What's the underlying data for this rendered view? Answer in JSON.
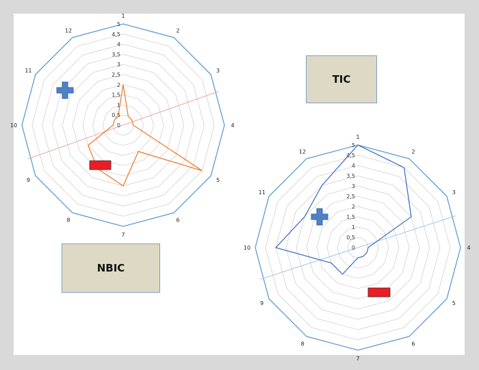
{
  "chart_data": [
    {
      "type": "radar",
      "label": "NBIC",
      "categories": [
        "1",
        "2",
        "3",
        "4",
        "5",
        "6",
        "7",
        "8",
        "9",
        "10",
        "11",
        "12"
      ],
      "ticks": [
        "0",
        "0,5",
        "1",
        "1,5",
        "2",
        "2,5",
        "3",
        "3,5",
        "4",
        "4,5",
        "5"
      ],
      "rlim": [
        0,
        5
      ],
      "values": [
        2,
        0.5,
        0.5,
        0.5,
        4.5,
        1.5,
        3,
        2.5,
        2,
        0.5,
        0.5,
        0.5
      ],
      "series_color": "#ed7d31",
      "axis_line_color": "#e8a9a9",
      "frame_color": "#5b9bd5"
    },
    {
      "type": "radar",
      "label": "TIC",
      "categories": [
        "1",
        "2",
        "3",
        "4",
        "5",
        "6",
        "7",
        "8",
        "9",
        "10",
        "11",
        "12"
      ],
      "ticks": [
        "0",
        "0,5",
        "1",
        "1,5",
        "2",
        "2,5",
        "3",
        "3,5",
        "4",
        "4,5",
        "5"
      ],
      "rlim": [
        0,
        5
      ],
      "values": [
        5,
        4.5,
        3,
        0.5,
        0.5,
        0.5,
        0.5,
        1.5,
        1.5,
        4,
        3,
        3.5
      ],
      "series_color": "#4472c4",
      "axis_line_color": "#9dc3e6",
      "frame_color": "#5b9bd5"
    }
  ],
  "markers": {
    "cross_color": "#4f81c7",
    "rect_color": "#ee1c25"
  }
}
